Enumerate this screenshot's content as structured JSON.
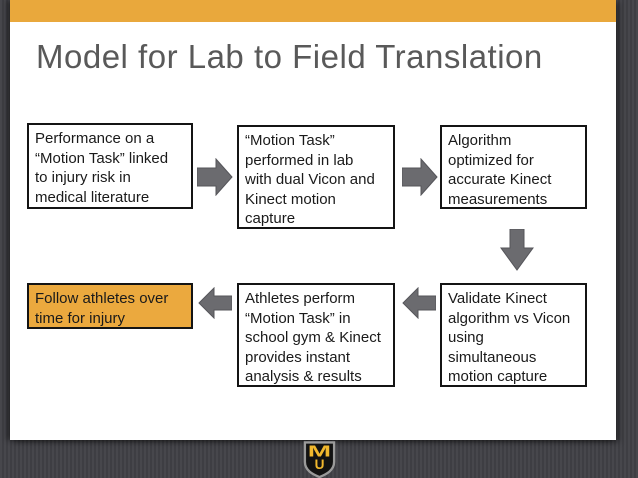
{
  "slide": {
    "title": "Model for Lab to Field Translation"
  },
  "diagram": {
    "boxes": [
      {
        "id": "performance-motion-task",
        "text": "Performance on a\n“Motion Task” linked\nto injury risk in\nmedical literature",
        "highlight": false
      },
      {
        "id": "motion-task-lab",
        "text": "“Motion Task”\nperformed in lab\nwith dual Vicon and\nKinect motion\ncapture",
        "highlight": false
      },
      {
        "id": "algorithm-optimized",
        "text": "Algorithm\noptimized for\naccurate Kinect\nmeasurements",
        "highlight": false
      },
      {
        "id": "follow-athletes",
        "text": "Follow athletes over\ntime for injury",
        "highlight": true
      },
      {
        "id": "athletes-perform",
        "text": "Athletes perform\n“Motion Task” in\nschool gym & Kinect\nprovides instant\nanalysis & results",
        "highlight": false
      },
      {
        "id": "validate-kinect",
        "text": "Validate Kinect\nalgorithm vs Vicon\nusing\nsimultaneous\nmotion capture",
        "highlight": false
      }
    ],
    "flow": [
      "performance-motion-task -> motion-task-lab",
      "motion-task-lab -> algorithm-optimized",
      "algorithm-optimized -> validate-kinect",
      "validate-kinect -> athletes-perform",
      "athletes-perform -> follow-athletes"
    ]
  },
  "colors": {
    "accent_gold": "#E9A83C",
    "highlight_box_gold": "#EBA93E",
    "arrow_gray": "#6B6B6F",
    "title_gray": "#595959",
    "frame_dark": "#44444A",
    "logo_gold": "#F1B82D"
  },
  "footer": {
    "logo_letter_m": "M",
    "logo_letter_u": "U"
  }
}
